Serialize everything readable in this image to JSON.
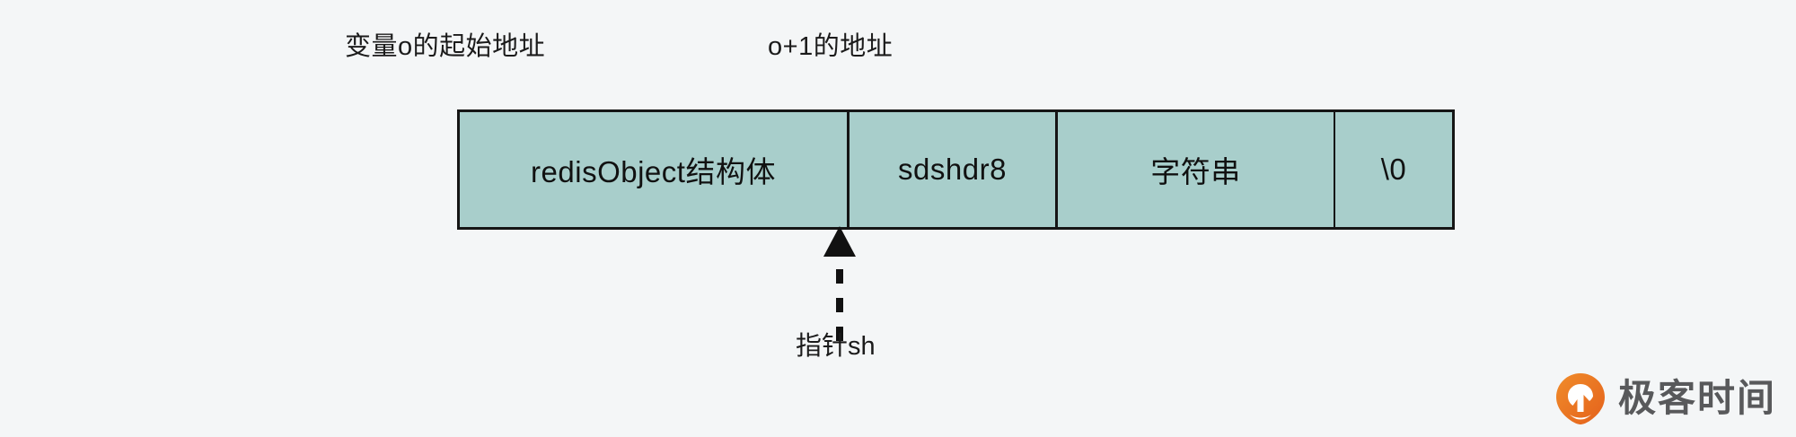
{
  "diagram": {
    "title_labels": {
      "start_address": "变量o的起始地址",
      "next_address": "o+1的地址"
    },
    "memory_cells": [
      {
        "label": "redisObject结构体"
      },
      {
        "label": "sdshdr8"
      },
      {
        "label": "字符串"
      },
      {
        "label": "\\0"
      }
    ],
    "pointer": {
      "label": "指针sh"
    },
    "colors": {
      "background": "#f4f6f7",
      "cell_fill": "#a8cecb",
      "cell_border": "#151515",
      "text": "#1b1b1b",
      "brand_orange": "#ec6822",
      "brand_gray": "#58595b"
    }
  },
  "brand": {
    "name": "极客时间"
  }
}
